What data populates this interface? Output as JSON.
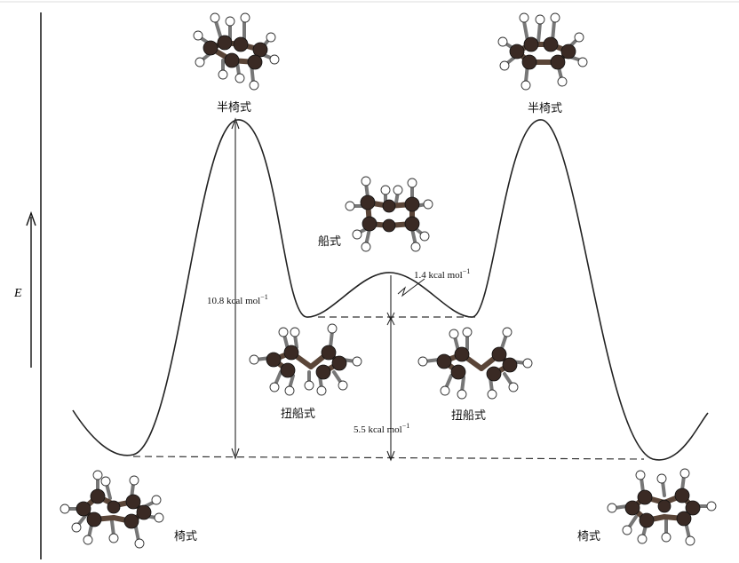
{
  "diagram": {
    "axis_label": "E",
    "labels": {
      "half_chair_left": "半椅式",
      "half_chair_right": "半椅式",
      "boat": "船式",
      "twist_boat_left": "扭船式",
      "twist_boat_right": "扭船式",
      "chair_left": "椅式",
      "chair_right": "椅式"
    },
    "energies": {
      "barrier": "10.8 kcal mol",
      "boat_over_twist": "1.4 kcal mol",
      "twist_over_chair": "5.5 kcal mol",
      "unit_superscript": "−1"
    },
    "colors": {
      "curve": "#222222",
      "carbon": "#3a2a24",
      "hydrogen": "#ffffff"
    }
  }
}
